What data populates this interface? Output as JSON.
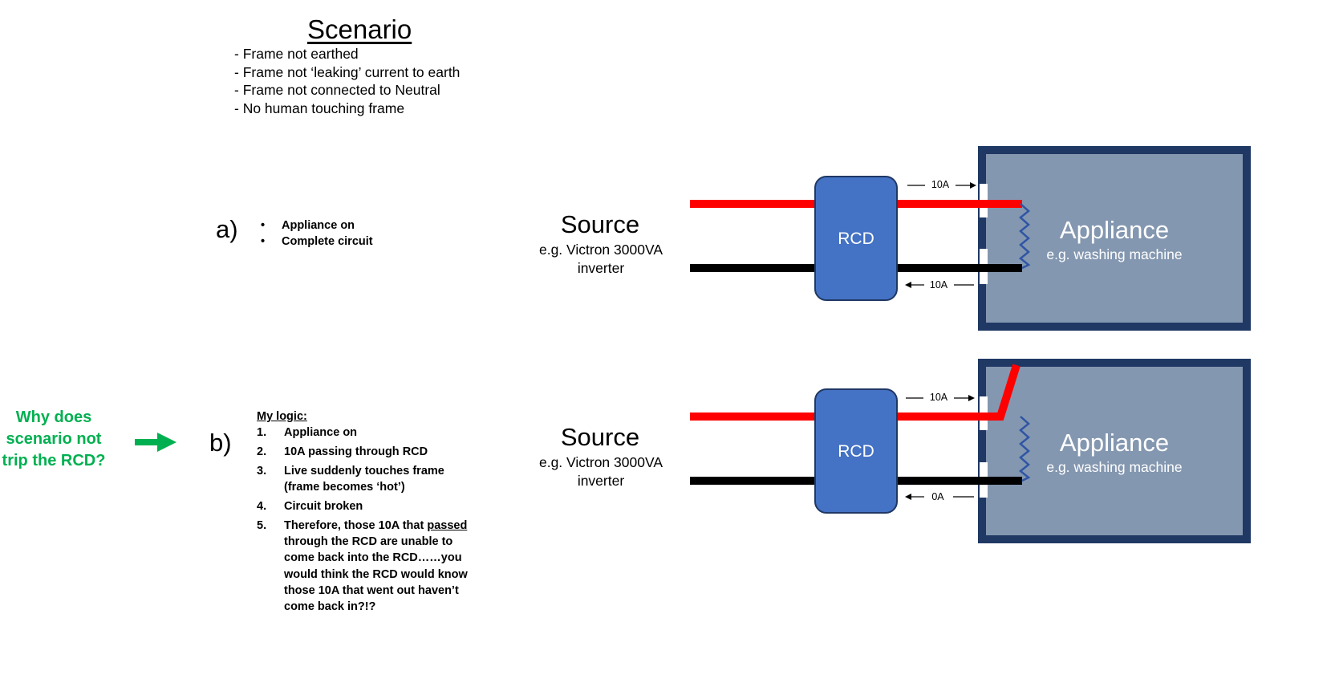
{
  "scenario": {
    "title": "Scenario",
    "conditions": [
      "- Frame not earthed",
      "- Frame not ‘leaking’ current to earth",
      "- Frame not connected to Neutral",
      "- No human touching frame"
    ]
  },
  "case_a": {
    "label": "a)",
    "bullets": [
      "Appliance on",
      "Complete circuit"
    ],
    "source_title": "Source",
    "source_sub": "e.g. Victron 3000VA inverter",
    "rcd_label": "RCD",
    "appliance_title": "Appliance",
    "appliance_sub": "e.g. washing machine",
    "current_out": "10A",
    "current_back": "10A"
  },
  "case_b": {
    "label": "b)",
    "logic_heading": "My logic:",
    "logic_items": [
      {
        "num": "1.",
        "text": "Appliance on"
      },
      {
        "num": "2.",
        "text": "10A passing through RCD"
      },
      {
        "num": "3.",
        "text": "Live suddenly touches frame (frame becomes ‘hot’)"
      },
      {
        "num": "4.",
        "text": "Circuit broken"
      },
      {
        "num": "5.",
        "text_before": "Therefore, those 10A that ",
        "text_underlined": "passed",
        "text_after": " through the RCD are unable to come back into the RCD……you would think the RCD would know those 10A that went out haven’t come back in?!?"
      }
    ],
    "question": "Why does scenario not trip the RCD?",
    "source_title": "Source",
    "source_sub": "e.g. Victron 3000VA inverter",
    "rcd_label": "RCD",
    "appliance_title": "Appliance",
    "appliance_sub": "e.g. washing machine",
    "current_out": "10A",
    "current_back": "0A"
  },
  "colors": {
    "live": "#ff0000",
    "neutral": "#000000",
    "rcd_fill": "#4472c4",
    "rcd_stroke": "#1f3864",
    "appliance_frame": "#1f3864",
    "appliance_fill": "#8497b0",
    "element": "#2f55a4",
    "question": "#00b050"
  }
}
